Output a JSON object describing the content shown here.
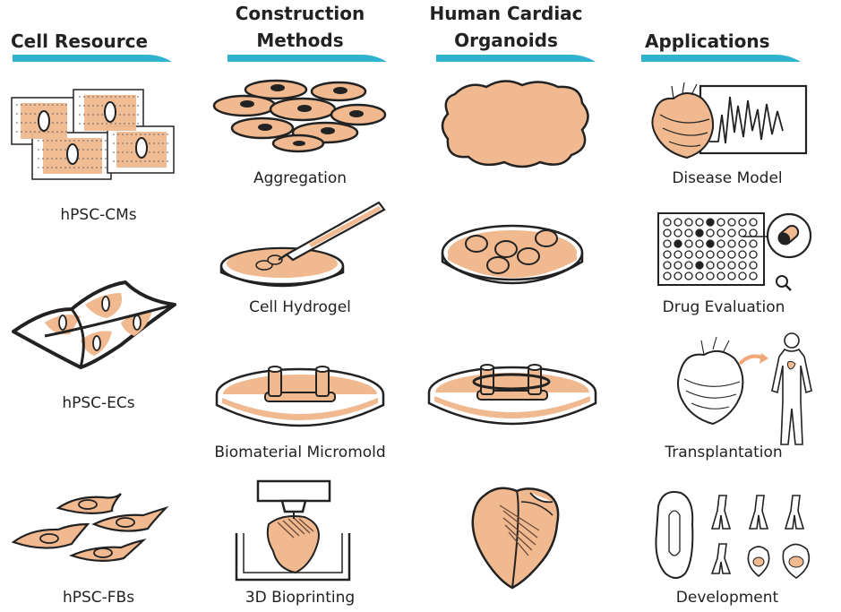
{
  "columns": [
    {
      "id": "cell-resource",
      "header_lines": [
        "Cell Resource"
      ],
      "items": [
        "hPSC-CMs",
        "hPSC-ECs",
        "hPSC-FBs"
      ]
    },
    {
      "id": "construction-methods",
      "header_lines": [
        "Construction",
        "Methods"
      ],
      "items": [
        "Aggregation",
        "Cell Hydrogel",
        "Biomaterial Micromold",
        "3D Bioprinting"
      ]
    },
    {
      "id": "human-cardiac-organoids",
      "header_lines": [
        "Human Cardiac",
        "Organoids"
      ],
      "items": []
    },
    {
      "id": "applications",
      "header_lines": [
        "Applications"
      ],
      "items": [
        "Disease Model",
        "Drug Evaluation",
        "Transplantation",
        "Development"
      ]
    }
  ],
  "colors": {
    "accent_bar": "#2fb3cf",
    "cell_fill": "#f0b98f",
    "outline": "#222222",
    "arrow": "#f0a878"
  },
  "icons": [
    "cardiomyocyte-grid",
    "endothelial-sheet",
    "fibroblast-cells",
    "cell-aggregate",
    "pipette-dish",
    "micromold-dish",
    "bioprinter",
    "organoid-spheroid",
    "hydrogel-organoids",
    "micromold-organoid",
    "heart-organoid",
    "ecg-heart",
    "drug-plate",
    "heart-to-body",
    "embryo-stages"
  ]
}
